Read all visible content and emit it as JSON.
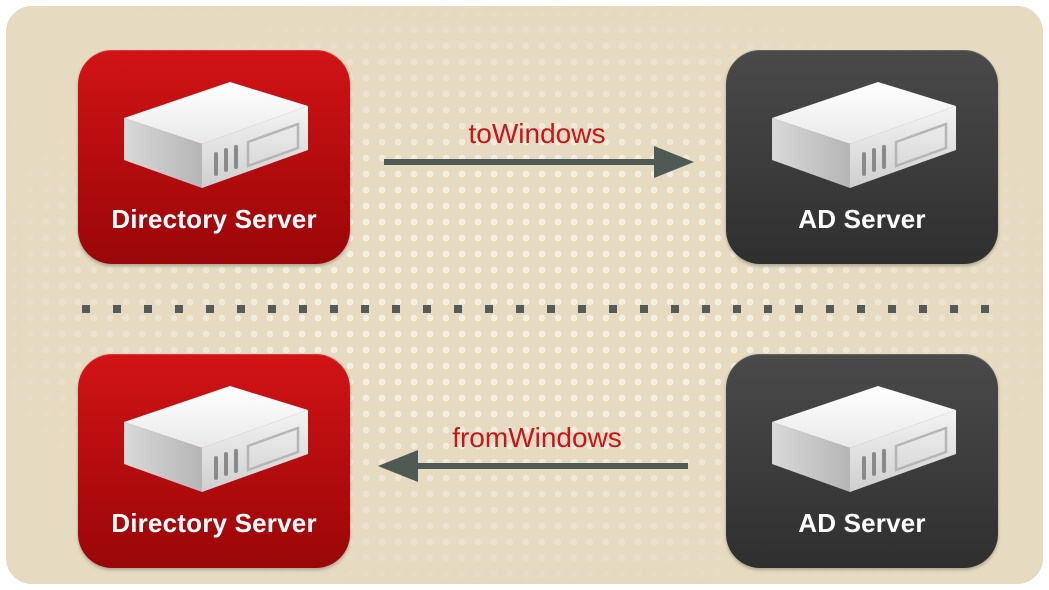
{
  "diagram": {
    "top_row": {
      "source": {
        "label": "Directory Server",
        "icon": "server-icon"
      },
      "target": {
        "label": "AD Server",
        "icon": "server-icon"
      },
      "flow_label": "toWindows",
      "direction": "right"
    },
    "bottom_row": {
      "source": {
        "label": "AD Server",
        "icon": "server-icon"
      },
      "target": {
        "label": "Directory Server",
        "icon": "server-icon"
      },
      "flow_label": "fromWindows",
      "direction": "left"
    }
  },
  "colors": {
    "directory_server": "#b80d0f",
    "ad_server": "#3c3c3c",
    "flow_label": "#c4161c",
    "arrow": "#4f5a55",
    "background": "#e6dbc1"
  }
}
